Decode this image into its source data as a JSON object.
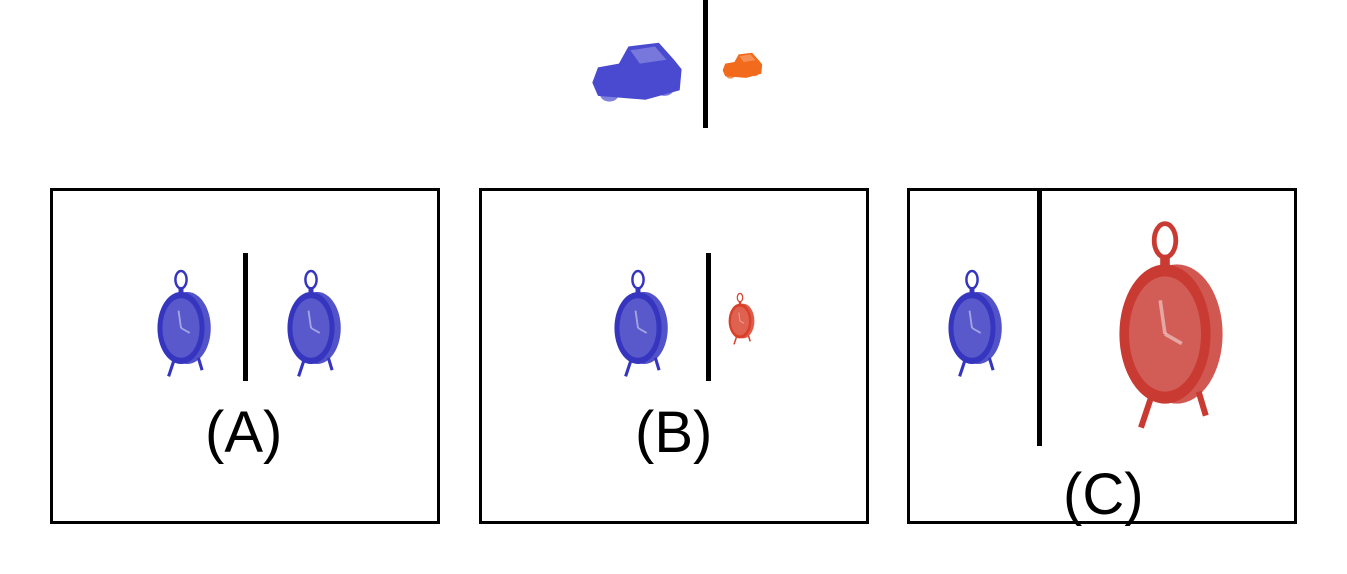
{
  "prompt": {
    "left_object": "car-icon",
    "right_object": "car-icon",
    "left_color": "#4a4ad0",
    "right_color": "#f26a1b"
  },
  "options": [
    {
      "label": "(A)",
      "left_object": "alarm-clock-icon",
      "right_object": "alarm-clock-icon",
      "left_color": "#3535c0",
      "right_color": "#3535c0"
    },
    {
      "label": "(B)",
      "left_object": "alarm-clock-icon",
      "right_object": "alarm-clock-icon",
      "left_color": "#3535c0",
      "right_color": "#d8402a"
    },
    {
      "label": "(C)",
      "left_object": "alarm-clock-icon",
      "right_object": "alarm-clock-icon",
      "left_color": "#3535c0",
      "right_color": "#c93a32"
    }
  ]
}
